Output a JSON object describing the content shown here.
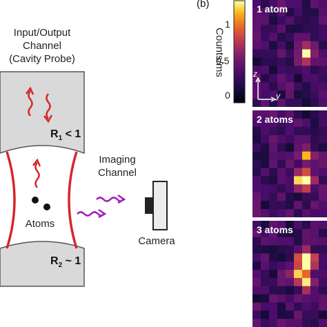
{
  "left": {
    "io_channel": [
      "Input/Output",
      "Channel",
      "(Cavity Probe)"
    ],
    "mirror1": {
      "name": "R",
      "sub": "1",
      "rel": "< 1"
    },
    "mirror2": {
      "name": "R",
      "sub": "2",
      "rel": "~ 1"
    },
    "atoms_label": "Atoms",
    "imaging_channel": [
      "Imaging",
      "Channel"
    ],
    "camera_label": "Camera",
    "colors": {
      "cavity": "#d6262b",
      "probe": "#d6262b",
      "imaging": "#a020c0",
      "mirror": "#d9d9d9"
    }
  },
  "right": {
    "panel_label": "(b)",
    "colorbar": {
      "label": "Counts/ms",
      "ticks": [
        "1",
        "0.5",
        "0"
      ],
      "min": 0,
      "max": 1.2
    },
    "axes": {
      "z": "z",
      "y": "y"
    },
    "panels": [
      {
        "title": "1 atom"
      },
      {
        "title": "2 atoms"
      },
      {
        "title": "3 atoms"
      }
    ]
  }
}
